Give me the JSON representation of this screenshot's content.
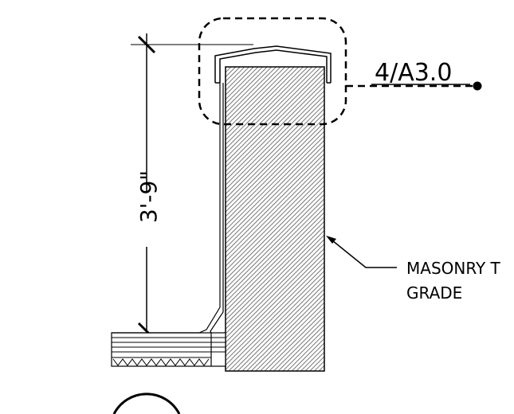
{
  "drawing": {
    "detail_callout": "4/A3.0",
    "dimension": "3'-9\"",
    "note_line1": "MASONRY T",
    "note_line2": "GRADE"
  },
  "colors": {
    "background": "#ffffff",
    "linework": "#000000",
    "hatch": "#555555"
  }
}
